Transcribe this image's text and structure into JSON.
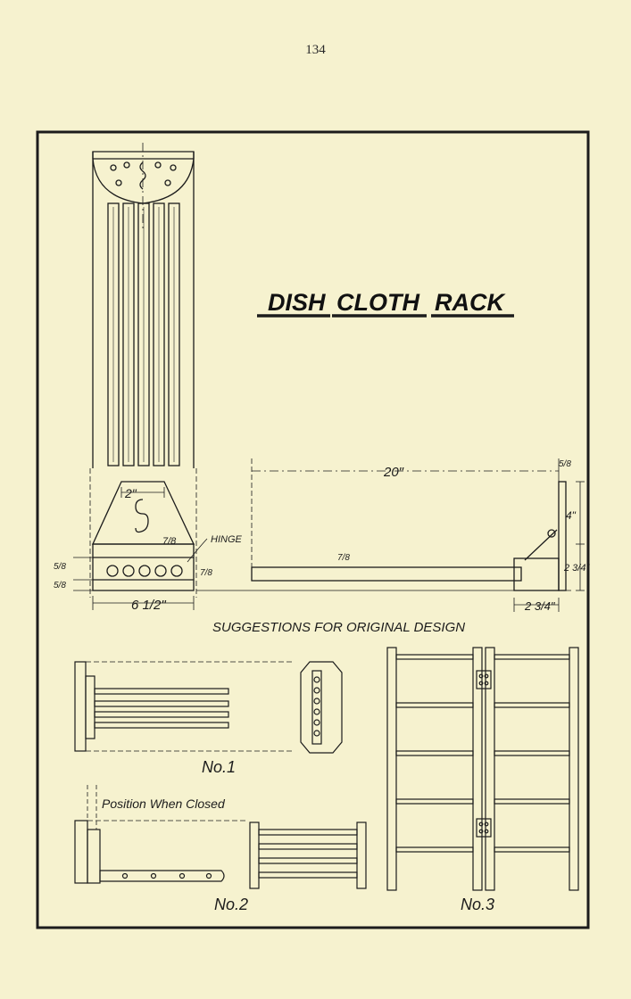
{
  "page": {
    "number": "134"
  },
  "title": {
    "word1": "DISH",
    "word2": "CLOTH",
    "word3": "RACK"
  },
  "dimensions": {
    "width_top": "2\"",
    "hook_depth": "7/8",
    "hinge": "HINGE",
    "left_five_eighths_a": "5/8",
    "left_five_eighths_b": "5/8",
    "right_seven_eighths": "7/8",
    "overall_width": "6 1/2\"",
    "length": "20\"",
    "arm_thickness": "7/8",
    "top_five_eighths": "5/8",
    "post_height": "4\"",
    "lower_height": "2 3/4\"",
    "base_length": "2 3/4\""
  },
  "suggestions": {
    "heading": "SUGGESTIONS FOR ORIGINAL DESIGN",
    "no1": "No.1",
    "no2": "No.2",
    "no3": "No.3",
    "position_closed": "Position When Closed"
  }
}
